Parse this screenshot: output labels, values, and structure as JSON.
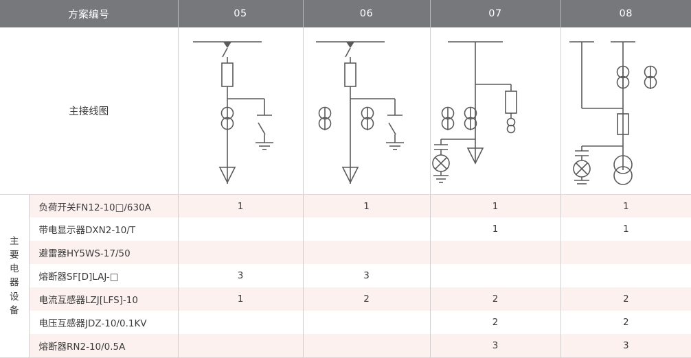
{
  "table": {
    "header": {
      "row_label": "方案编号",
      "schemes": [
        "05",
        "06",
        "07",
        "08"
      ]
    },
    "diagram_row": {
      "label": "主接线图"
    },
    "group_label": "主要电器设备",
    "group_label_chars": [
      "主",
      "要",
      "电",
      "器",
      "设",
      "备"
    ],
    "rows": [
      {
        "name": "负荷开关FN12-10□/630A",
        "values": [
          "1",
          "1",
          "1",
          "1"
        ]
      },
      {
        "name": "带电显示器DXN2-10/T",
        "values": [
          "",
          "",
          "1",
          "1"
        ]
      },
      {
        "name": "避雷器HY5WS-17/50",
        "values": [
          "",
          "",
          "",
          ""
        ]
      },
      {
        "name": "熔断器SF[D]LAJ-□",
        "values": [
          "3",
          "3",
          "",
          ""
        ]
      },
      {
        "name": "电流互感器LZJ[LFS]-10",
        "values": [
          "1",
          "2",
          "2",
          "2"
        ]
      },
      {
        "name": "电压互感器JDZ-10/0.1KV",
        "values": [
          "",
          "",
          "2",
          "2"
        ]
      },
      {
        "name": "熔断器RN2-10/0.5A",
        "values": [
          "",
          "",
          "3",
          "3"
        ]
      }
    ]
  },
  "colors": {
    "header_bg": "#77787c",
    "header_text": "#ffffff",
    "row_stripe": "#fdf1ef",
    "row_plain": "#ffffff",
    "text": "#3b3b3b",
    "line": "#5a5a5a",
    "border": "#cfcfcf"
  },
  "diagrams": {
    "scheme_05": {
      "caption": "05",
      "components": [
        "busbar",
        "load-switch",
        "fuse",
        "earthing-switch",
        "current-transformer",
        "cable-arrow"
      ]
    },
    "scheme_06": {
      "caption": "06",
      "components": [
        "busbar",
        "load-switch",
        "fuse",
        "earthing-switch",
        "current-transformer",
        "current-transformer",
        "cable-arrow"
      ]
    },
    "scheme_07": {
      "caption": "07",
      "components": [
        "busbar",
        "branch",
        "fuse",
        "current-transformer",
        "current-transformer",
        "current-transformer",
        "voltage-transformer",
        "cable-arrow"
      ]
    },
    "scheme_08": {
      "caption": "08",
      "components": [
        "busbar-stub",
        "busbar-stub",
        "current-transformer",
        "current-transformer",
        "fuse",
        "voltage-transformer",
        "transformer"
      ]
    }
  }
}
